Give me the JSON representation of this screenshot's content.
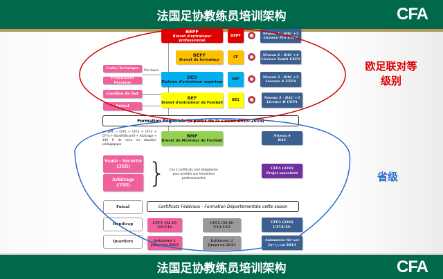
{
  "header": {
    "title": "法国足协教练员培训架构",
    "logo": "CFA"
  },
  "footer": {
    "title": "法国足协教练员培训架构",
    "logo": "CFA"
  },
  "pro_levels": [
    {
      "code": "BEPF",
      "name": "Brevet d'entraîneur professionnel",
      "short": "DEPF",
      "level": "Niveau 1 - BAC +5",
      "licence": "Licence Pro UEFA"
    },
    {
      "code": "BEFF",
      "name": "Brevet de formateur",
      "short": "CF",
      "level": "Niveau 2 - BAC +4",
      "licence": "Licence Youth UEFA"
    },
    {
      "code": "DES",
      "name": "Diplôme d'entraîneur supérieur",
      "short": "DEF",
      "level": "Niveau 2 - BAC +3",
      "licence": "Licence A UEFA"
    },
    {
      "code": "BEF",
      "name": "Brevet d'entraîneur de Football",
      "short": "BE1",
      "level": "Niveau 3 - BAC +3",
      "licence": "Licence B UEFA"
    }
  ],
  "specialties": [
    "Cadre Technique",
    "Préparateur Physique",
    "Gardien de but",
    "Futsal"
  ],
  "prerequis": "Pré-requis",
  "regional": {
    "title": "Formation Régionale (à partir de la saison 2013-2014)",
    "note": "Le BMF = CFF1 + CFF2 + CFF3 + CFF4 + Santé/Sécurité + Arbitrage + 100 H de mise en situation pédagogique",
    "bmf_code": "BMF",
    "bmf_name": "Brevet de Moniteur de Football",
    "level4": "Niveau 4",
    "level4_sub": "BAC",
    "cert1": "Santé - Sécurité",
    "cert1_h": "(35H)",
    "cert2": "Arbitrage",
    "cert2_h": "(35H)",
    "cert_note": "Ces 2 certificats sont obligatoires pour accéder aux formations professionnelles",
    "cff4": "CFF4 (32H)",
    "cff4_sub": "Projet associatif"
  },
  "departmental": {
    "title": "Certificats Fédéraux - Formation Départementale cette saison",
    "side": [
      "Futsal",
      "Handicap",
      "Quartiers"
    ],
    "cff1": "CFF1 (32 H)",
    "cff1_sub": "U9-U11",
    "cff2": "CFF2 (32 H)",
    "cff2_sub": "U13-U15",
    "cff3": "CFF3 (32H)",
    "cff3_sub": "U17/U19-",
    "init1": "Initiateur 1",
    "init1_sub": "Jusqu'en 2013",
    "init2": "Initiateur 2",
    "init2_sub": "Jusqu'en 2013",
    "anim": "Animateur Senior",
    "anim_sub": "Jusqu'en 2013"
  },
  "annotations": {
    "uefa_1": "欧足联对等",
    "uefa_2": "级别",
    "provincial": "省级"
  },
  "colors": {
    "green": "#00694c",
    "red": "#e00000",
    "orange": "#ffc000",
    "cyan": "#00b0f0",
    "yellow": "#ffff00",
    "pink": "#f0609a",
    "navy": "#3b5f8f",
    "lime": "#92d050",
    "purple": "#7030a0",
    "gray": "#999999"
  }
}
